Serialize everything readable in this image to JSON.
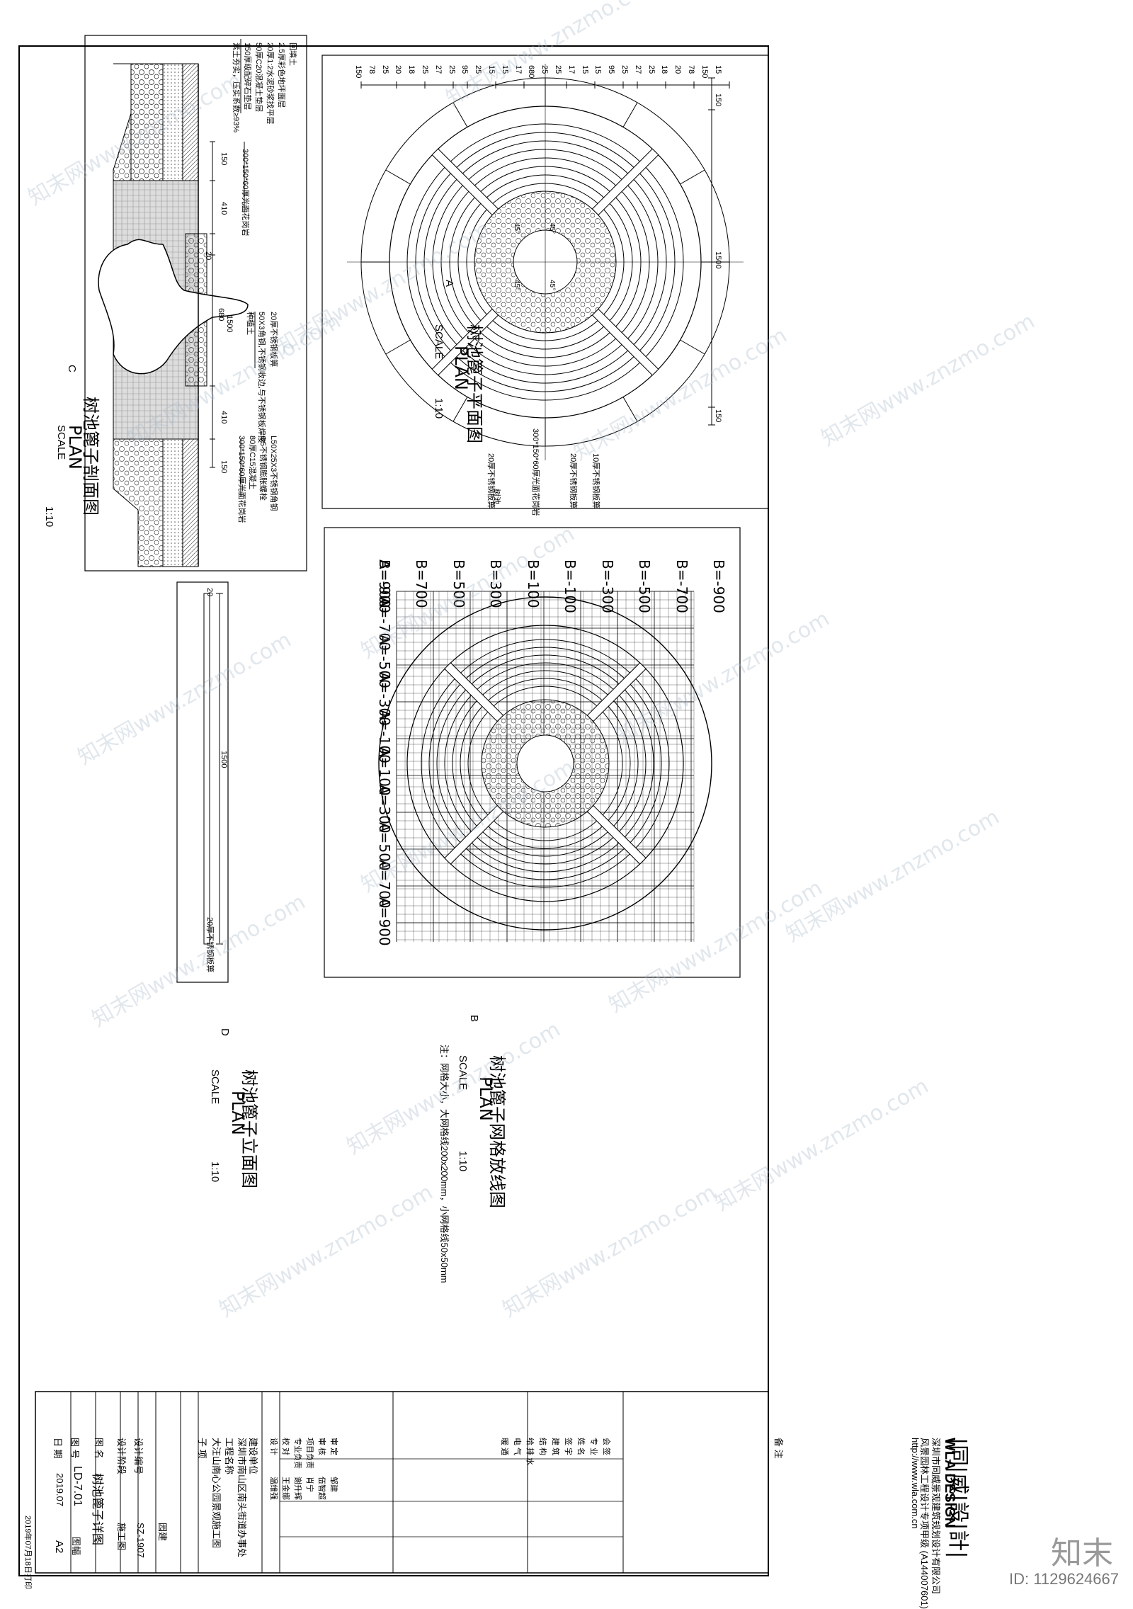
{
  "section_view": {
    "circle_letter": "C",
    "title": "树池篦子剖面图",
    "plan_word": "PLAN",
    "scale_word": "SCALE",
    "scale_value": "1:10",
    "layers": [
      "回填土",
      "2.5厚彩色地坪面层",
      "20厚1:2水泥砂浆找平层",
      "50厚C20混凝土垫层",
      "150厚级配碎石垫层",
      "素土夯实，压实系数≥93%"
    ],
    "callouts": [
      "300*150*60厚光面花岗岩",
      "20厚不锈钢板箅",
      "50X3角钢,不锈钢收边,与不锈钢板焊接",
      "种植土",
      "L50X25X3不锈钢角钢",
      "Φ5不锈钢膨胀螺栓",
      "80厚C15混凝土",
      "300*150*60厚光面花岗岩"
    ],
    "dims": [
      "150",
      "410",
      "20",
      "1500",
      "680",
      "410",
      "150"
    ]
  },
  "plan_view": {
    "circle_letter": "A",
    "title": "树池篦子平面图",
    "plan_word": "PLAN",
    "scale_word": "SCALE",
    "scale_value": "1:10",
    "top_dims": [
      "150",
      "78",
      "25",
      "20",
      "18",
      "25",
      "27",
      "25",
      "95",
      "25",
      "15",
      "15",
      "17",
      "680",
      "25",
      "25",
      "17",
      "15",
      "15",
      "95",
      "25",
      "27",
      "25",
      "18",
      "20",
      "78",
      "150",
      "15"
    ],
    "side_dims": [
      "150",
      "1500",
      "150"
    ],
    "callouts": [
      "10厚不锈钢板箅",
      "20厚不锈钢板箅",
      "300*150*60厚光面花岗岩",
      "20厚不锈钢板箅",
      "树池"
    ],
    "angle_labels": [
      "45°",
      "45°",
      "45°",
      "45°"
    ]
  },
  "grid_view": {
    "circle_letter": "B",
    "title": "树池篦子网格放线图",
    "plan_word": "PLAN",
    "scale_word": "SCALE",
    "scale_value": "1:10",
    "note": "注：网格大小，大网格线200x200mm，小网格线50x50mm",
    "b_labels": [
      "B=-900",
      "B=-700",
      "B=-500",
      "B=-300",
      "B=-100",
      "B=100",
      "B=300",
      "B=500",
      "B=700",
      "B=900"
    ],
    "a_labels": [
      "A=-900",
      "A=-700",
      "A=-500",
      "A=-300",
      "A=-100",
      "A=100",
      "A=300",
      "A=500",
      "A=700",
      "A=900"
    ]
  },
  "elevation_view": {
    "circle_letter": "D",
    "title": "树池篦子立面图",
    "plan_word": "PLAN",
    "scale_word": "SCALE",
    "scale_value": "1:10",
    "dims": [
      "20",
      "1500"
    ],
    "callout": "20厚不锈钢板箅"
  },
  "title_block": {
    "firm_cn": "|同|威|設|計|",
    "firm_en": "WLA DESIGN",
    "firm_line1": "深圳市同威景观建筑规划设计有限公司",
    "firm_line2": "风景园林工程设计专项甲级 (A144007601)",
    "firm_line3": "http://www.wla.com.cn",
    "signers": [
      "会 签",
      "专 业",
      "姓 名",
      "签 字",
      "建 筑",
      "结 构",
      "给 排 水",
      "电 气",
      "暖 通"
    ],
    "notes_label": "备 注",
    "client_label": "建设单位",
    "client": "深圳市南山区南头街道办事处",
    "project_label": "工程名称",
    "project": "大汪山南心公园景观施工图",
    "subproject_label": "子 项",
    "approval_rows": [
      "审 定",
      "审 核",
      "项目负责",
      "专业负责",
      "校 对",
      "设 计"
    ],
    "approval_names": [
      "邹建",
      "伍智超",
      "肖宁",
      "谢升辉",
      "王金娜",
      "温维强"
    ],
    "design_no_label": "设计编号",
    "design_no": "SZ-1907",
    "stage_label": "设计阶段",
    "stage": "施工图",
    "discipline": "园建",
    "drawing_name_label": "图 名",
    "drawing_name": "树池篦子详图",
    "drawing_no_label": "图 号",
    "drawing_no": "LD-7.01",
    "size_label": "图幅",
    "size": "A2",
    "date_label": "日 期",
    "date": "2019.07",
    "print_note": "2019年07月18日打印"
  },
  "watermark": "知末网www.znzmo.com",
  "footer_id": "ID: 1129624667",
  "zhimo_logo": "知末"
}
